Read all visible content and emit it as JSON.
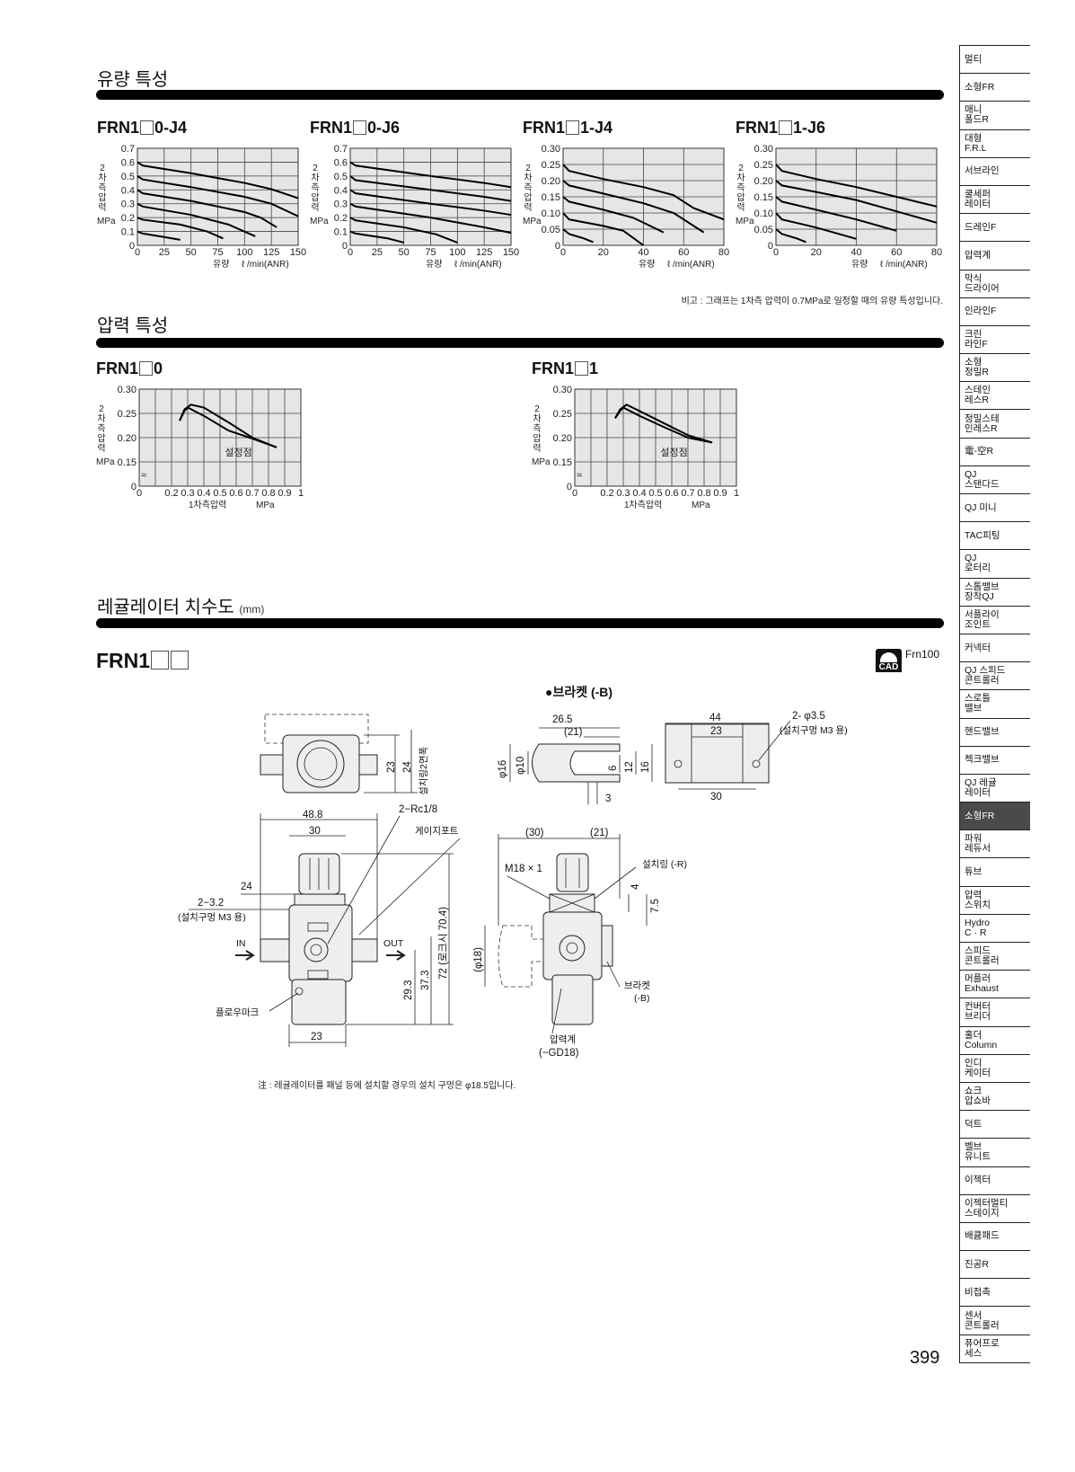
{
  "sections": {
    "flow": "유량 특성",
    "pressure": "압력 특성",
    "dims": "레귤레이터 치수도",
    "dims_unit": "(mm)"
  },
  "flow_note": "비고 : 그래프는 1차측 압력이 0.7MPa로 일정할 때의 유량 특성입니다.",
  "chart_data": [
    {
      "type": "line",
      "title_pre": "FRN1",
      "title_post": "0-J4",
      "xlabel": "유량",
      "xunit": "ℓ /min(ANR)",
      "ylabel": "2차측압력",
      "yunit": "MPa",
      "xlim": [
        0,
        150
      ],
      "xticks": [
        0,
        25,
        50,
        75,
        100,
        125,
        150
      ],
      "yticks": [
        0,
        0.1,
        0.2,
        0.3,
        0.4,
        0.5,
        0.6,
        0.7
      ],
      "grid": true,
      "series": [
        {
          "name": "0.6",
          "points": [
            [
              0,
              0.6
            ],
            [
              5,
              0.575
            ],
            [
              50,
              0.52
            ],
            [
              100,
              0.45
            ],
            [
              125,
              0.405
            ],
            [
              150,
              0.34
            ]
          ]
        },
        {
          "name": "0.5",
          "points": [
            [
              0,
              0.5
            ],
            [
              5,
              0.475
            ],
            [
              50,
              0.42
            ],
            [
              100,
              0.35
            ],
            [
              125,
              0.3
            ],
            [
              150,
              0.21
            ]
          ]
        },
        {
          "name": "0.4",
          "points": [
            [
              0,
              0.4
            ],
            [
              5,
              0.375
            ],
            [
              50,
              0.32
            ],
            [
              100,
              0.24
            ],
            [
              115,
              0.2
            ],
            [
              130,
              0.13
            ]
          ]
        },
        {
          "name": "0.3",
          "points": [
            [
              0,
              0.3
            ],
            [
              5,
              0.28
            ],
            [
              50,
              0.22
            ],
            [
              85,
              0.15
            ],
            [
              110,
              0.065
            ]
          ]
        },
        {
          "name": "0.2",
          "points": [
            [
              0,
              0.2
            ],
            [
              5,
              0.185
            ],
            [
              40,
              0.15
            ],
            [
              65,
              0.1
            ],
            [
              80,
              0.05
            ]
          ]
        },
        {
          "name": "0.1",
          "points": [
            [
              0,
              0.1
            ],
            [
              5,
              0.085
            ],
            [
              25,
              0.06
            ],
            [
              40,
              0.04
            ]
          ]
        }
      ]
    },
    {
      "type": "line",
      "title_pre": "FRN1",
      "title_post": "0-J6",
      "xlabel": "유량",
      "xunit": "ℓ /min(ANR)",
      "ylabel": "2차측압력",
      "yunit": "MPa",
      "xlim": [
        0,
        150
      ],
      "xticks": [
        0,
        25,
        50,
        75,
        100,
        125,
        150
      ],
      "yticks": [
        0,
        0.1,
        0.2,
        0.3,
        0.4,
        0.5,
        0.6,
        0.7
      ],
      "grid": true,
      "series": [
        {
          "name": "0.6",
          "points": [
            [
              0,
              0.6
            ],
            [
              5,
              0.575
            ],
            [
              75,
              0.5
            ],
            [
              125,
              0.45
            ],
            [
              150,
              0.42
            ]
          ]
        },
        {
          "name": "0.5",
          "points": [
            [
              0,
              0.5
            ],
            [
              5,
              0.47
            ],
            [
              75,
              0.4
            ],
            [
              125,
              0.35
            ],
            [
              150,
              0.32
            ]
          ]
        },
        {
          "name": "0.4",
          "points": [
            [
              0,
              0.4
            ],
            [
              5,
              0.375
            ],
            [
              75,
              0.3
            ],
            [
              125,
              0.25
            ],
            [
              150,
              0.22
            ]
          ]
        },
        {
          "name": "0.3",
          "points": [
            [
              0,
              0.3
            ],
            [
              5,
              0.28
            ],
            [
              75,
              0.2
            ],
            [
              125,
              0.13
            ],
            [
              150,
              0.09
            ]
          ]
        },
        {
          "name": "0.2",
          "points": [
            [
              0,
              0.2
            ],
            [
              5,
              0.18
            ],
            [
              50,
              0.13
            ],
            [
              80,
              0.08
            ],
            [
              100,
              0.02
            ]
          ]
        },
        {
          "name": "0.1",
          "points": [
            [
              0,
              0.1
            ],
            [
              5,
              0.085
            ],
            [
              35,
              0.05
            ],
            [
              50,
              0.02
            ]
          ]
        }
      ]
    },
    {
      "type": "line",
      "title_pre": "FRN1",
      "title_post": "1-J4",
      "xlabel": "유량",
      "xunit": "ℓ /min(ANR)",
      "ylabel": "2차측압력",
      "yunit": "MPa",
      "xlim": [
        0,
        80
      ],
      "xticks": [
        0,
        20,
        40,
        60,
        80
      ],
      "yticks": [
        0,
        0.05,
        0.1,
        0.15,
        0.2,
        0.25,
        0.3
      ],
      "grid": true,
      "series": [
        {
          "name": "0.25",
          "points": [
            [
              0,
              0.25
            ],
            [
              3,
              0.23
            ],
            [
              20,
              0.205
            ],
            [
              40,
              0.18
            ],
            [
              55,
              0.155
            ],
            [
              65,
              0.115
            ],
            [
              80,
              0.08
            ]
          ]
        },
        {
          "name": "0.20",
          "points": [
            [
              0,
              0.2
            ],
            [
              3,
              0.185
            ],
            [
              20,
              0.16
            ],
            [
              40,
              0.13
            ],
            [
              55,
              0.1
            ],
            [
              70,
              0.04
            ]
          ]
        },
        {
          "name": "0.15",
          "points": [
            [
              0,
              0.15
            ],
            [
              3,
              0.135
            ],
            [
              20,
              0.11
            ],
            [
              35,
              0.085
            ],
            [
              50,
              0.04
            ]
          ]
        },
        {
          "name": "0.10",
          "points": [
            [
              0,
              0.1
            ],
            [
              3,
              0.08
            ],
            [
              20,
              0.06
            ],
            [
              30,
              0.045
            ],
            [
              40,
              0
            ]
          ]
        },
        {
          "name": "0.05",
          "points": [
            [
              0,
              0.05
            ],
            [
              3,
              0.035
            ],
            [
              10,
              0.022
            ],
            [
              15,
              0.01
            ]
          ]
        }
      ]
    },
    {
      "type": "line",
      "title_pre": "FRN1",
      "title_post": "1-J6",
      "xlabel": "유량",
      "xunit": "ℓ /min(ANR)",
      "ylabel": "2차측압력",
      "yunit": "MPa",
      "xlim": [
        0,
        80
      ],
      "xticks": [
        0,
        20,
        40,
        60,
        80
      ],
      "yticks": [
        0,
        0.05,
        0.1,
        0.15,
        0.2,
        0.25,
        0.3
      ],
      "grid": true,
      "series": [
        {
          "name": "0.25",
          "points": [
            [
              0,
              0.25
            ],
            [
              3,
              0.23
            ],
            [
              20,
              0.205
            ],
            [
              40,
              0.18
            ],
            [
              60,
              0.15
            ],
            [
              80,
              0.12
            ]
          ]
        },
        {
          "name": "0.20",
          "points": [
            [
              0,
              0.2
            ],
            [
              3,
              0.185
            ],
            [
              20,
              0.165
            ],
            [
              40,
              0.14
            ],
            [
              60,
              0.105
            ],
            [
              80,
              0.07
            ]
          ]
        },
        {
          "name": "0.15",
          "points": [
            [
              0,
              0.15
            ],
            [
              3,
              0.135
            ],
            [
              20,
              0.11
            ],
            [
              40,
              0.08
            ],
            [
              60,
              0.045
            ]
          ]
        },
        {
          "name": "0.10",
          "points": [
            [
              0,
              0.1
            ],
            [
              3,
              0.08
            ],
            [
              20,
              0.055
            ],
            [
              40,
              0.02
            ]
          ]
        },
        {
          "name": "0.05",
          "points": [
            [
              0,
              0.05
            ],
            [
              3,
              0.035
            ],
            [
              10,
              0.022
            ],
            [
              15,
              0.01
            ]
          ]
        }
      ]
    },
    {
      "type": "line",
      "title_pre": "FRN1",
      "title_post": "0",
      "xlabel": "1차측압력",
      "xunit": "MPa",
      "ylabel": "2차측압력",
      "yunit": "MPa",
      "annotation": "설정점",
      "xlim": [
        0,
        1
      ],
      "xticks": [
        0,
        0.2,
        0.3,
        0.4,
        0.5,
        0.6,
        0.7,
        0.8,
        0.9,
        1
      ],
      "yticks": [
        0,
        0.15,
        0.2,
        0.25,
        0.3
      ],
      "grid": true,
      "ybreak": true,
      "series": [
        {
          "name": "upper",
          "points": [
            [
              0.25,
              0.235
            ],
            [
              0.28,
              0.258
            ],
            [
              0.32,
              0.268
            ],
            [
              0.4,
              0.262
            ],
            [
              0.55,
              0.232
            ],
            [
              0.7,
              0.2
            ],
            [
              0.85,
              0.18
            ]
          ]
        },
        {
          "name": "lower",
          "points": [
            [
              0.25,
              0.235
            ],
            [
              0.28,
              0.255
            ],
            [
              0.3,
              0.262
            ],
            [
              0.4,
              0.245
            ],
            [
              0.55,
              0.215
            ],
            [
              0.7,
              0.198
            ],
            [
              0.85,
              0.18
            ]
          ]
        }
      ]
    },
    {
      "type": "line",
      "title_pre": "FRN1",
      "title_post": "1",
      "xlabel": "1차측압력",
      "xunit": "MPa",
      "ylabel": "2차측압력",
      "yunit": "MPa",
      "annotation": "설정점",
      "xlim": [
        0,
        1
      ],
      "xticks": [
        0,
        0.2,
        0.3,
        0.4,
        0.5,
        0.6,
        0.7,
        0.8,
        0.9,
        1
      ],
      "yticks": [
        0,
        0.15,
        0.2,
        0.25,
        0.3
      ],
      "grid": true,
      "ybreak": true,
      "series": [
        {
          "name": "upper",
          "points": [
            [
              0.25,
              0.24
            ],
            [
              0.28,
              0.258
            ],
            [
              0.32,
              0.268
            ],
            [
              0.4,
              0.255
            ],
            [
              0.55,
              0.23
            ],
            [
              0.7,
              0.205
            ],
            [
              0.85,
              0.19
            ]
          ]
        },
        {
          "name": "lower",
          "points": [
            [
              0.25,
              0.24
            ],
            [
              0.28,
              0.255
            ],
            [
              0.3,
              0.262
            ],
            [
              0.4,
              0.245
            ],
            [
              0.55,
              0.222
            ],
            [
              0.7,
              0.2
            ],
            [
              0.85,
              0.19
            ]
          ]
        }
      ]
    }
  ],
  "drawing": {
    "model_pre": "FRN1",
    "cad_label": "CAD",
    "cad_code": "Frn100",
    "bracket_heading": "●브라켓 (-B)",
    "top": {
      "d23": "23",
      "d24": "24",
      "ring_flat": "설치링2면폭"
    },
    "bracket_side": {
      "d265": "26.5",
      "d21": "(21)",
      "phi16": "φ16",
      "phi10": "φ10",
      "d6": "6",
      "d12": "12",
      "d16": "16",
      "d3": "3"
    },
    "bracket_top": {
      "d44": "44",
      "d23": "23",
      "d30": "30",
      "holes": "2- φ3.5",
      "holes_note": "(설치구멍 M3 용)"
    },
    "front": {
      "d488": "48.8",
      "d30": "30",
      "gauge_port_size": "2−Rc1/8",
      "gauge_port": "게이지포트",
      "d24": "24",
      "mount": "2−3.2",
      "mount_note": "(설치구멍 M3 용)",
      "in": "IN",
      "out": "OUT",
      "d293": "29.3",
      "d373": "37.3",
      "d72": "72 (로크시 70.4)",
      "flow_mark": "플로우마크",
      "d23": "23"
    },
    "side": {
      "d30": "(30)",
      "d21": "(21)",
      "thread": "M18 × 1",
      "ring": "설치링 (-R)",
      "d4": "4",
      "d75": "7.5",
      "phi18": "(φ18)",
      "bracket": "브라켓",
      "bracket_code": "(-B)",
      "gauge": "압력계",
      "gauge_code": "(−GD18)"
    },
    "note": "注 : 레귤레이터를 패널 등에 설치할 경우의 설치 구멍은 φ18.5입니다."
  },
  "sidebar": [
    "멀티",
    "소형FR",
    "매니\n폴드R",
    "대형\nF.R.L",
    "서브라인",
    "쿨세퍼\n레이터",
    "드레인F",
    "압력계",
    "막식\n드라이어",
    "인라인F",
    "크린\n라인F",
    "소형\n정밀R",
    "스테인\n레스R",
    "정밀스테\n인레스R",
    "電-空R",
    "QJ\n스탠다드",
    "QJ 미니",
    "TAC피팅",
    "QJ\n로터리",
    "스톱밸브\n장착QJ",
    "서플라이\n조인트",
    "커넥터",
    "QJ 스피드\n콘트롤러",
    "스로틀\n밸브",
    "핸드밸브",
    "첵크밸브",
    "QJ 레귤\n레이터",
    "소형FR",
    "파워\n레듀서",
    "튜브",
    "압력\n스위치",
    "Hydro\nC · R",
    "스피드\n콘트롤러",
    "머플러\nExhaust",
    "컨버터\n브리더",
    "홀더\nColumn",
    "인디\n케이터",
    "쇼크\n압쇼바",
    "덕트",
    "벨브\n유니트",
    "이젝터",
    "이젝터멀티\n스테이지",
    "배큠패드",
    "진공R",
    "비접촉",
    "센서\n콘트롤러",
    "퓨어프로\n세스"
  ],
  "sidebar_active": 27,
  "page_number": "399"
}
